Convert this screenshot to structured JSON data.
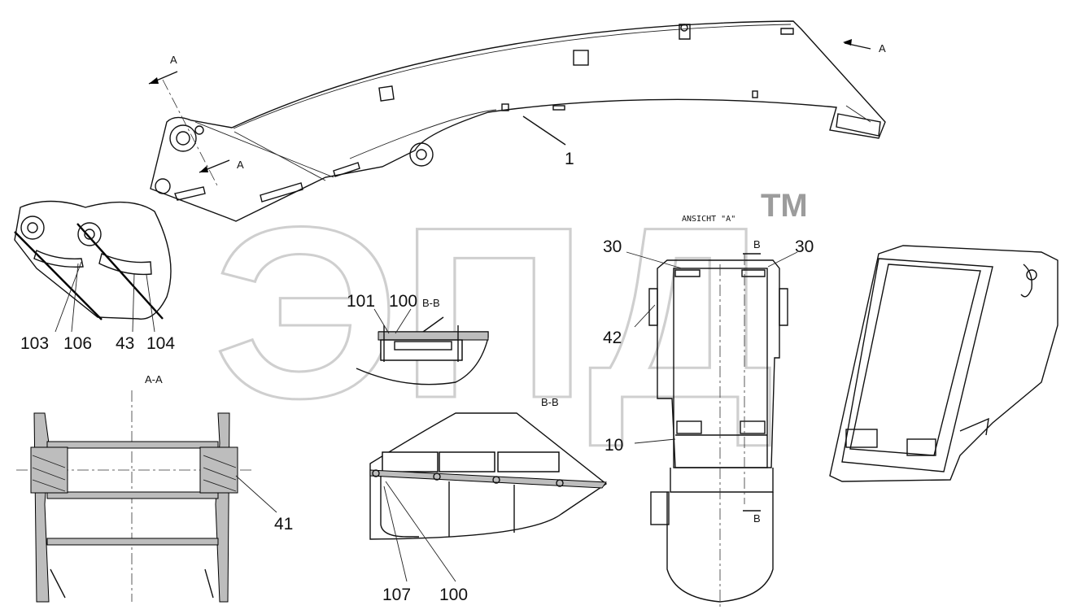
{
  "watermark": {
    "text": "ЭПД",
    "tm": "TM"
  },
  "view_labels": {
    "section_aa_top_left": "A",
    "section_aa_bottom": "A",
    "arrow_a_right": "A",
    "section_aa_title": "A-A",
    "section_bb_small": "B-B",
    "section_bb_large": "B-B",
    "ansicht": "ANSICHT \"A\"",
    "b_top": "B",
    "b_bottom": "B"
  },
  "callouts": {
    "c1": "1",
    "c103": "103",
    "c106": "106",
    "c43": "43",
    "c104": "104",
    "c101": "101",
    "c100_top": "100",
    "c30_left": "30",
    "c30_right": "30",
    "c42": "42",
    "c10": "10",
    "c41": "41",
    "c107": "107",
    "c100_bottom": "100"
  }
}
